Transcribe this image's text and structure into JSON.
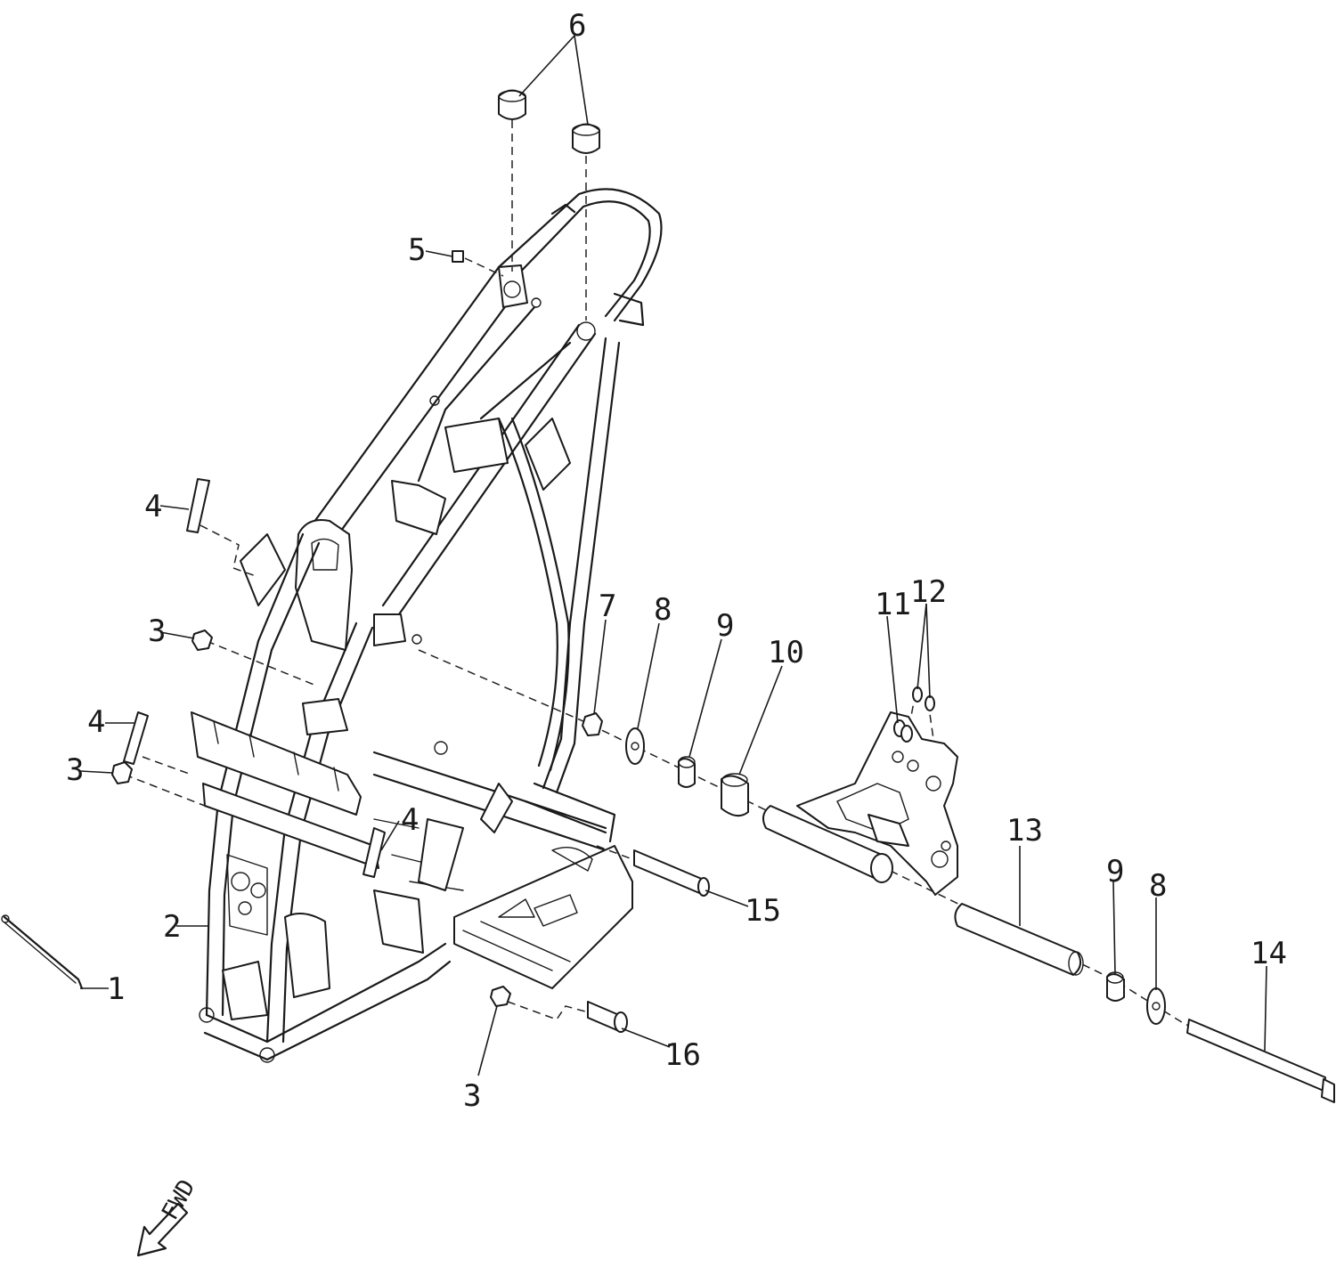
{
  "callouts": {
    "c1": "1",
    "c2": "2",
    "c3a": "3",
    "c3b": "3",
    "c3c": "3",
    "c4a": "4",
    "c4b": "4",
    "c4c": "4",
    "c5": "5",
    "c6": "6",
    "c7": "7",
    "c8a": "8",
    "c8b": "8",
    "c9a": "9",
    "c9b": "9",
    "c10": "10",
    "c11": "11",
    "c12": "12",
    "c13": "13",
    "c14": "14",
    "c15": "15",
    "c16": "16"
  },
  "direction_label": "FWD"
}
